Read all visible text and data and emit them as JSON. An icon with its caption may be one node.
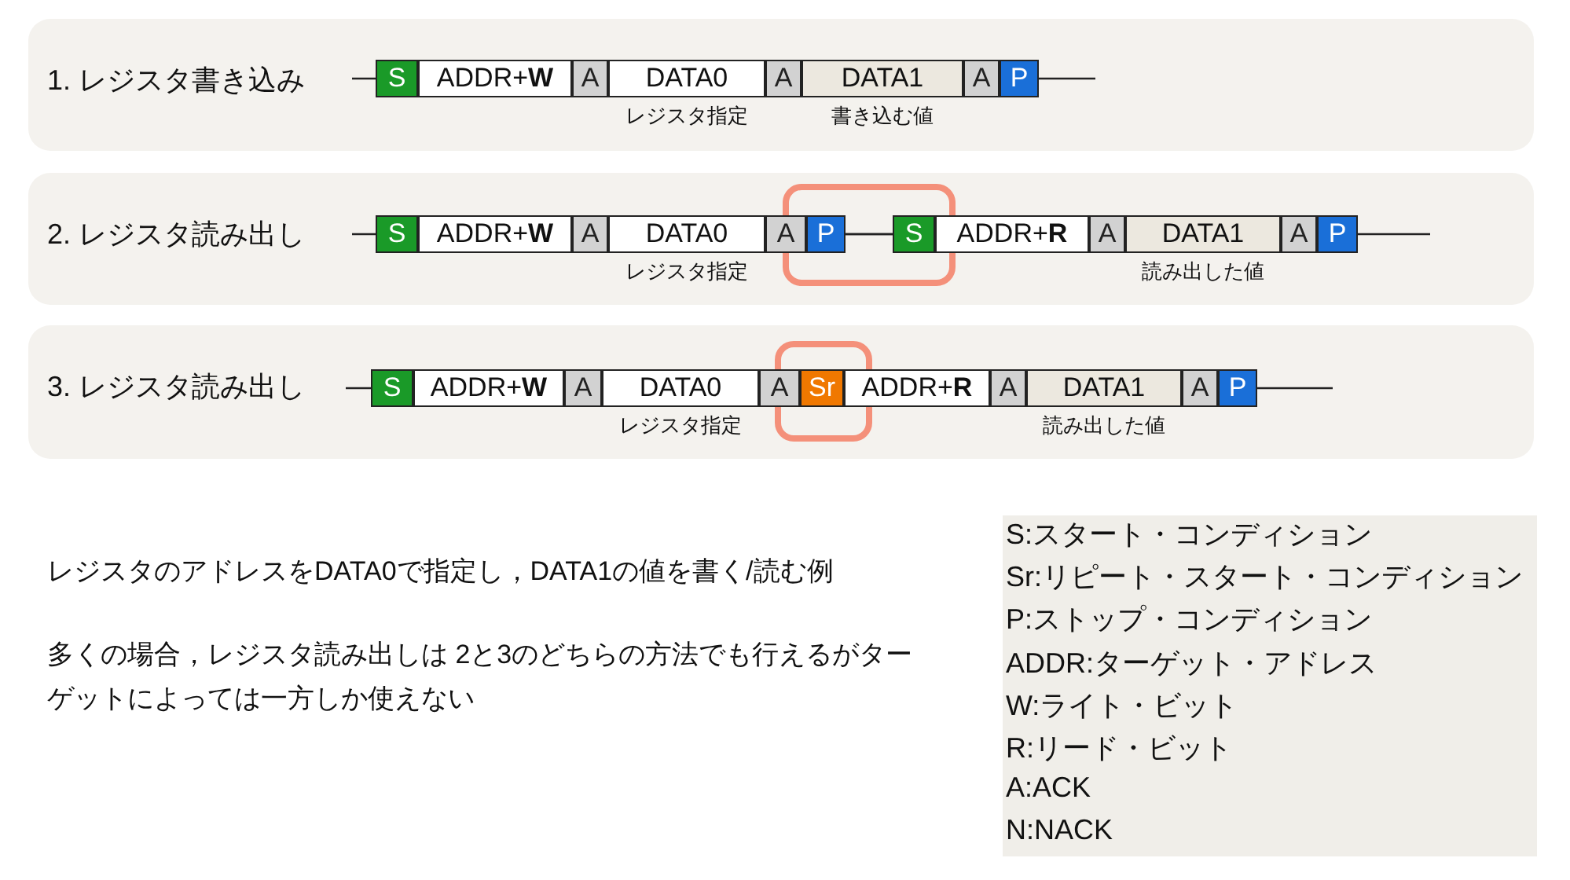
{
  "diagram": {
    "nodes": [
      {
        "text": [
          "1. レジスタ書き込み"
        ]
      },
      {
        "text": [
          "S"
        ],
        "in": 0
      },
      {
        "text": [
          "ADDR+**W**"
        ],
        "in": 0
      },
      {
        "text": [
          "A"
        ],
        "in": 0
      },
      {
        "text": [
          "DATA0"
        ],
        "in": 0,
        "beside": [
          "レジスタ指定"
        ]
      },
      {
        "text": [
          "A"
        ],
        "in": 0
      },
      {
        "text": [
          "DATA1"
        ],
        "in": 0,
        "beside": [
          "書き込む値"
        ]
      },
      {
        "text": [
          "A"
        ],
        "in": 0
      },
      {
        "text": [
          "P"
        ],
        "in": 0
      },
      {
        "text": [
          "2. レジスタ読み出し"
        ]
      },
      {
        "text": [
          "S"
        ],
        "in": 9
      },
      {
        "text": [
          "ADDR+**W**"
        ],
        "in": 9
      },
      {
        "text": [
          "A"
        ],
        "in": 9
      },
      {
        "text": [
          "DATA0"
        ],
        "in": 9,
        "beside": [
          "レジスタ指定"
        ]
      },
      {
        "text": [
          "A"
        ],
        "in": 9
      },
      {
        "text": [
          "P"
        ],
        "in": 9
      },
      {
        "text": [
          "S"
        ],
        "in": 9
      },
      {
        "text": [
          "ADDR+**R**"
        ],
        "in": 9
      },
      {
        "text": [
          "A"
        ],
        "in": 9
      },
      {
        "text": [
          "DATA1"
        ],
        "in": 9,
        "beside": [
          "読み出した値"
        ]
      },
      {
        "text": [
          "A"
        ],
        "in": 9
      },
      {
        "text": [
          "P"
        ],
        "in": 9
      },
      {
        "text": [
          "3. レジスタ読み出し"
        ]
      },
      {
        "text": [
          "S"
        ],
        "in": 22
      },
      {
        "text": [
          "ADDR+**W**"
        ],
        "in": 22
      },
      {
        "text": [
          "A"
        ],
        "in": 22
      },
      {
        "text": [
          "DATA0"
        ],
        "in": 22,
        "beside": [
          "レジスタ指定"
        ]
      },
      {
        "text": [
          "A"
        ],
        "in": 22
      },
      {
        "text": [
          "Sr"
        ],
        "in": 22
      },
      {
        "text": [
          "ADDR+**R**"
        ],
        "in": 22
      },
      {
        "text": [
          "A"
        ],
        "in": 22
      },
      {
        "text": [
          "DATA1"
        ],
        "in": 22,
        "beside": [
          "読み出した値"
        ]
      },
      {
        "text": [
          "A"
        ],
        "in": 22
      },
      {
        "text": [
          "P"
        ],
        "in": 22
      }
    ],
    "edges": [
      {
        "from": 15,
        "to": 16,
        "arrow": "none"
      }
    ],
    "labels": [
      "レジスタのアドレスをDATA0で指定し，DATA1の値を書く/読む例",
      "多くの場合，レジスタ読み出しは 2と3のどちらの方法でも行えるがターゲットによっては一方しか使えない",
      "S:スタート・コンディション",
      "Sr:リピート・スタート・コンディション",
      "P:ストップ・コンディション",
      "ADDR:ターゲット・アドレス",
      "W:ライト・ビット",
      "R:リード・ビット",
      "A:ACK",
      "N:NACK"
    ]
  }
}
